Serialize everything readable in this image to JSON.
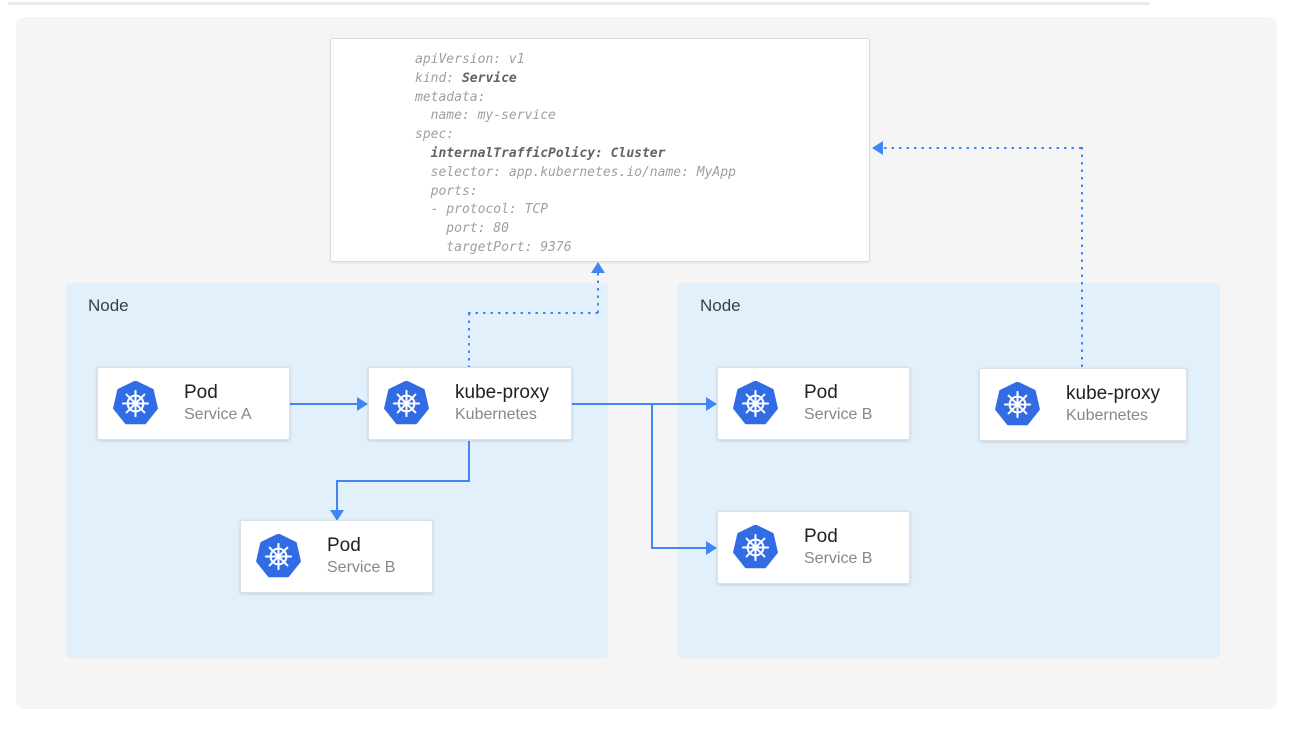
{
  "code_panel": {
    "lines": [
      {
        "text": "apiVersion: v1"
      },
      {
        "pre": "kind: ",
        "bold": "Service"
      },
      {
        "text": "metadata:"
      },
      {
        "text": "  name: my-service"
      },
      {
        "text": "spec:"
      },
      {
        "pre": "  ",
        "bold": "internalTrafficPolicy: Cluster"
      },
      {
        "text": "  selector: app.kubernetes.io/name: MyApp"
      },
      {
        "text": "  ports:"
      },
      {
        "text": "  - protocol: TCP"
      },
      {
        "text": "    port: 80"
      },
      {
        "text": "    targetPort: 9376"
      }
    ]
  },
  "nodes": {
    "left": {
      "label": "Node",
      "cards": [
        {
          "title": "Pod",
          "subtitle": "Service A"
        },
        {
          "title": "kube-proxy",
          "subtitle": "Kubernetes"
        },
        {
          "title": "Pod",
          "subtitle": "Service B"
        }
      ]
    },
    "right": {
      "label": "Node",
      "cards": [
        {
          "title": "Pod",
          "subtitle": "Service B"
        },
        {
          "title": "Pod",
          "subtitle": "Service B"
        },
        {
          "title": "kube-proxy",
          "subtitle": "Kubernetes"
        }
      ]
    }
  },
  "icons": {
    "kubernetes": "kubernetes-logo"
  },
  "edges": [
    {
      "from": "pod-service-a",
      "to": "kube-proxy-left",
      "style": "solid"
    },
    {
      "from": "kube-proxy-left",
      "to": "pod-service-b-left",
      "style": "solid"
    },
    {
      "from": "kube-proxy-left",
      "to": "pod-service-b-right-top",
      "style": "solid"
    },
    {
      "from": "kube-proxy-left",
      "to": "pod-service-b-right-bottom",
      "style": "solid"
    },
    {
      "from": "kube-proxy-left",
      "to": "service-yaml-panel",
      "style": "dotted"
    },
    {
      "from": "kube-proxy-right",
      "to": "service-yaml-panel",
      "style": "dotted"
    }
  ],
  "colors": {
    "arrow_blue": "#4285F4",
    "node_fill": "#E2F0FC",
    "kubernetes_blue": "#326CE5",
    "canvas_bg": "#F5F5F6",
    "code_regular": "#9C9FA3",
    "code_bold": "#5F6368"
  }
}
